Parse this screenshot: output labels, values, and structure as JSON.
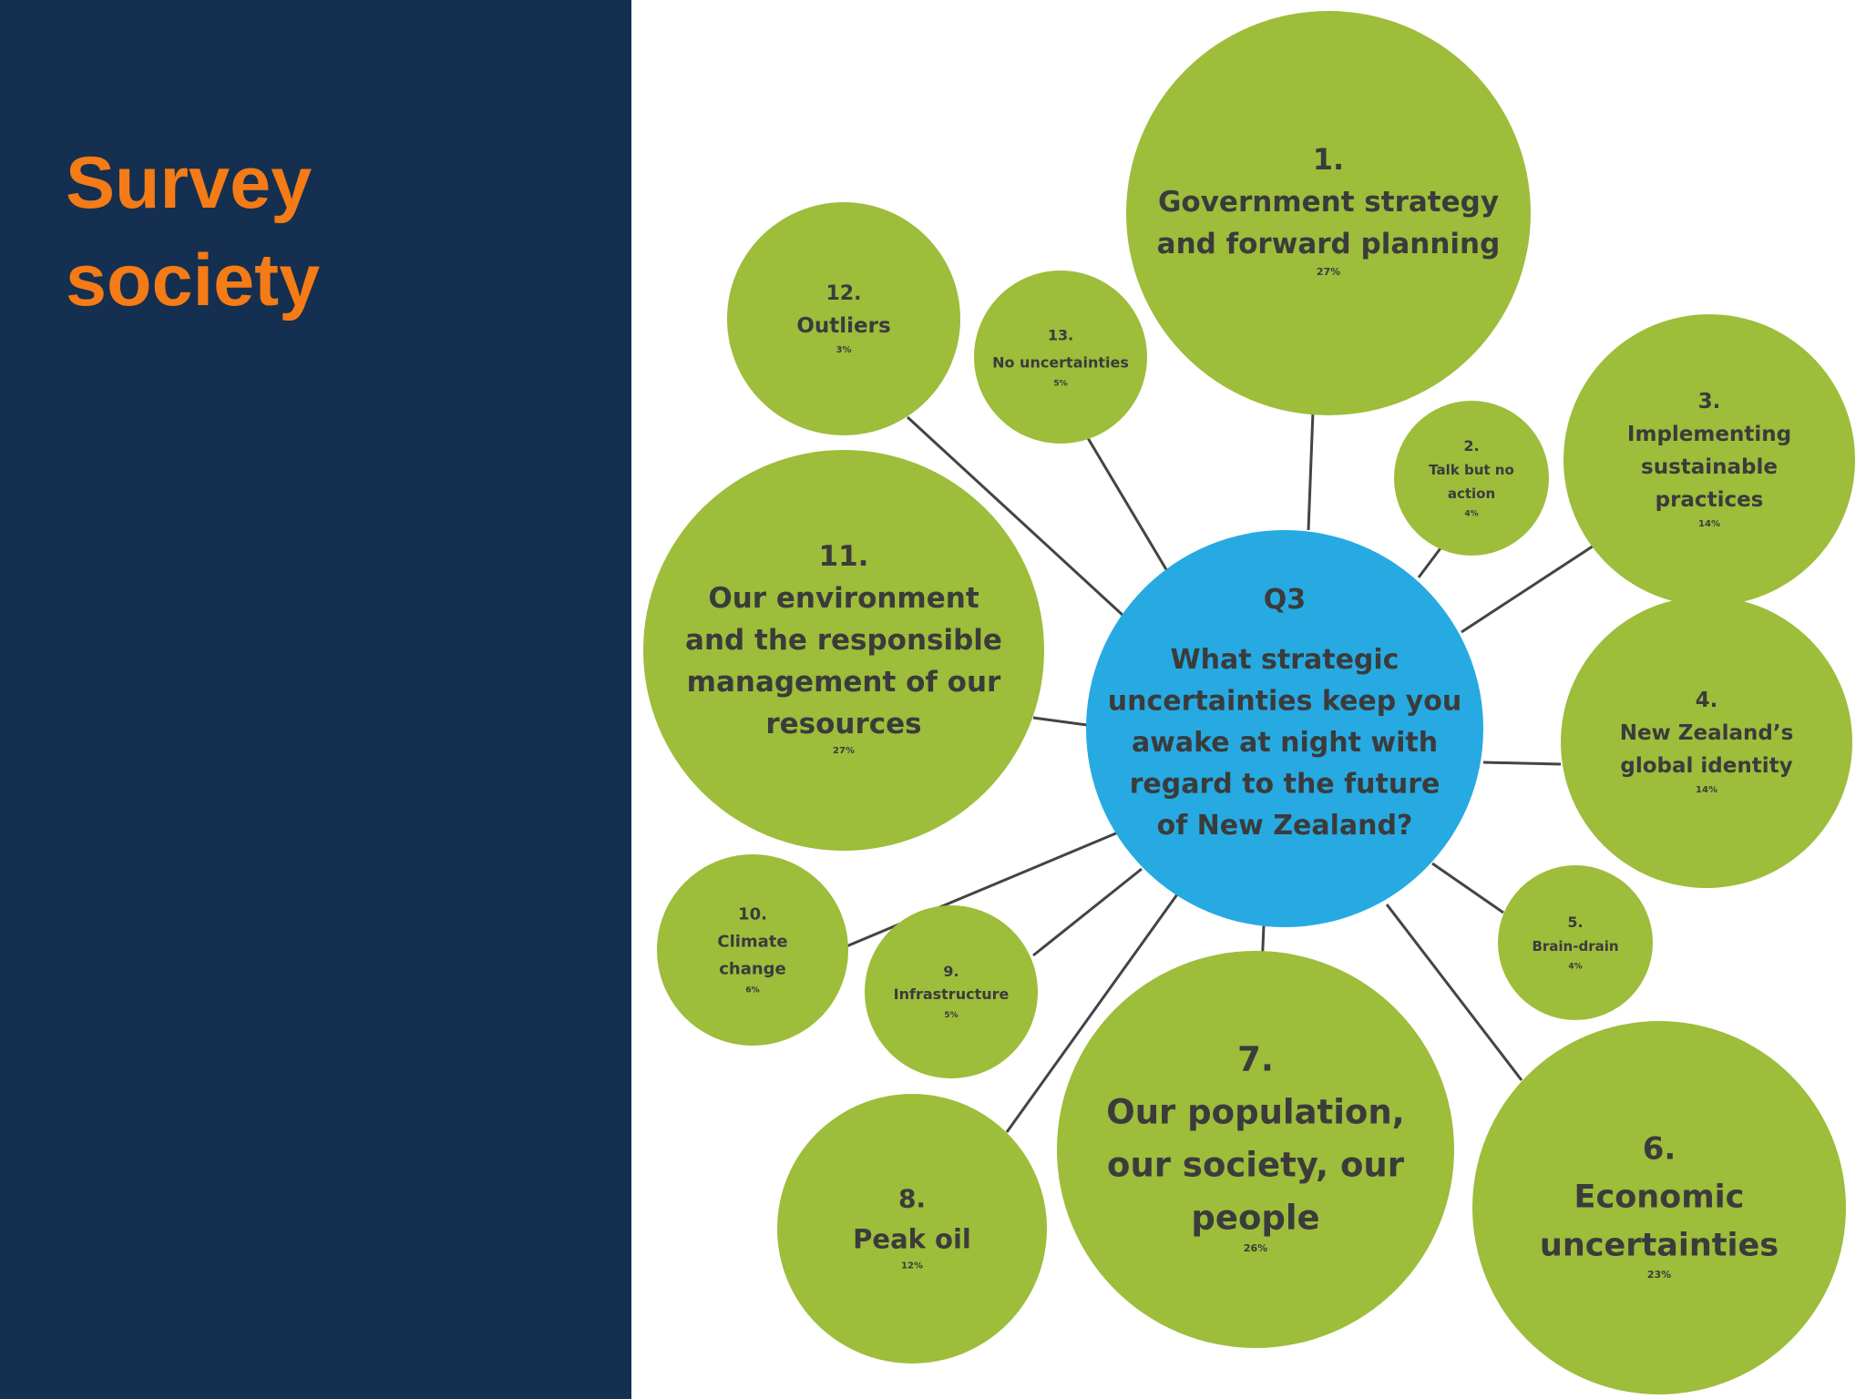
{
  "slide": {
    "title_line1": "Survey",
    "title_line2": "society"
  },
  "colors": {
    "panel": "#142f4f",
    "title": "#f47b16",
    "bubble": "#9dbd3b",
    "center": "#26aae1",
    "text": "#3b3b3b",
    "connector": "#444444"
  },
  "diagram": {
    "center": {
      "heading": "Q3",
      "question_lines": [
        "What strategic",
        "uncertainties keep you",
        "awake at night with",
        "regard to the future",
        "of New Zealand?"
      ]
    },
    "nodes": [
      {
        "number": "1.",
        "label_lines": [
          "Government strategy",
          "and forward planning"
        ],
        "percent": "27%"
      },
      {
        "number": "2.",
        "label_lines": [
          "Talk but no",
          "action"
        ],
        "percent": "4%"
      },
      {
        "number": "3.",
        "label_lines": [
          "Implementing",
          "sustainable",
          "practices"
        ],
        "percent": "14%"
      },
      {
        "number": "4.",
        "label_lines": [
          "New Zealand’s",
          "global identity"
        ],
        "percent": "14%"
      },
      {
        "number": "5.",
        "label_lines": [
          "Brain-drain"
        ],
        "percent": "4%"
      },
      {
        "number": "6.",
        "label_lines": [
          "Economic",
          "uncertainties"
        ],
        "percent": "23%"
      },
      {
        "number": "7.",
        "label_lines": [
          "Our population,",
          "our society, our",
          "people"
        ],
        "percent": "26%"
      },
      {
        "number": "8.",
        "label_lines": [
          "Peak oil"
        ],
        "percent": "12%"
      },
      {
        "number": "9.",
        "label_lines": [
          "Infrastructure"
        ],
        "percent": "5%"
      },
      {
        "number": "10.",
        "label_lines": [
          "Climate",
          "change"
        ],
        "percent": "6%"
      },
      {
        "number": "11.",
        "label_lines": [
          "Our environment",
          "and the responsible",
          "management of our",
          "resources"
        ],
        "percent": "27%"
      },
      {
        "number": "12.",
        "label_lines": [
          "Outliers"
        ],
        "percent": "3%"
      },
      {
        "number": "13.",
        "label_lines": [
          "No uncertainties"
        ],
        "percent": "5%"
      }
    ]
  }
}
